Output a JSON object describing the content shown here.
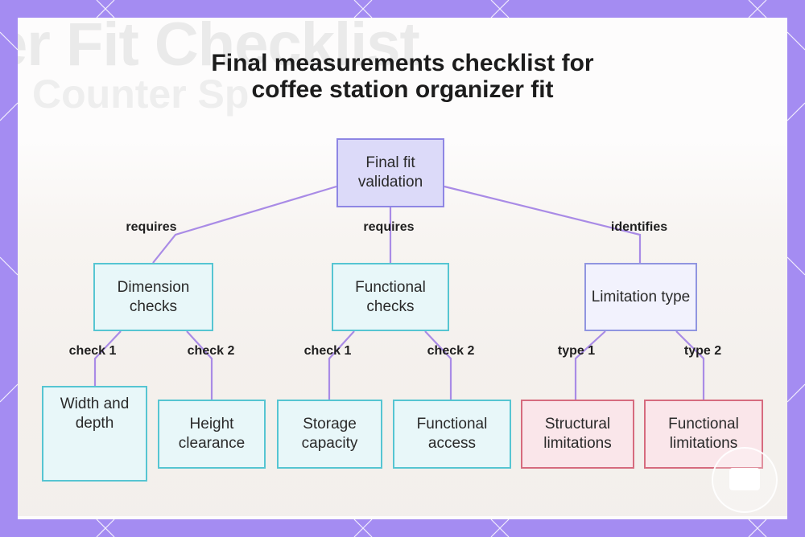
{
  "background_text": {
    "line1": "er Fit Checklist",
    "line2": "Counter Sp"
  },
  "title": {
    "line1": "Final measurements checklist for",
    "line2": "coffee station organizer fit"
  },
  "nodes": {
    "root": "Final fit validation",
    "dimension": "Dimension checks",
    "functional": "Functional checks",
    "limitation": "Limitation type",
    "width_depth": "Width and depth",
    "height": "Height clearance",
    "storage": "Storage capacity",
    "access": "Functional access",
    "structural": "Structural limitations",
    "func_limits": "Functional limitations"
  },
  "edge_labels": {
    "root_dimension": "requires",
    "root_functional": "requires",
    "root_limitation": "identifies",
    "dimension_width": "check 1",
    "dimension_height": "check 2",
    "functional_storage": "check 1",
    "functional_access": "check 2",
    "limitation_structural": "type 1",
    "limitation_func": "type 2"
  },
  "colors": {
    "frame": "#a48cf2",
    "edge": "#a98be6",
    "root_border": "#8e86e4",
    "teal_border": "#56c5d2",
    "lavender_border": "#9095e0",
    "red_border": "#d66b7e"
  },
  "icons": {
    "watermark": "plug-icon"
  }
}
